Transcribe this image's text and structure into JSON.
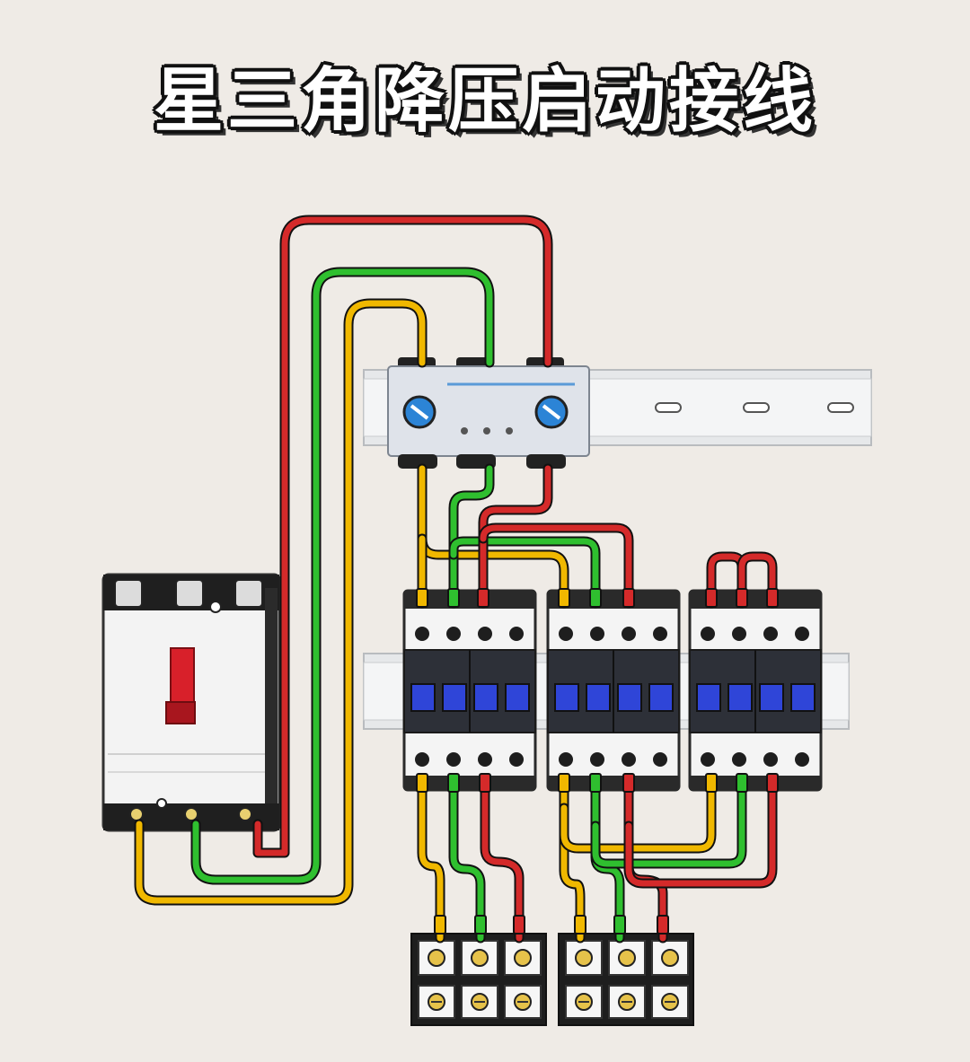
{
  "title": "星三角降压启动接线",
  "colors": {
    "background": "#efebe6",
    "wire_red": "#d42a2a",
    "wire_green": "#2fbf2f",
    "wire_yellow": "#f0b800",
    "rail": "#e4e6e8",
    "contactor_blue": "#2f45d8",
    "breaker_handle": "#d8202a"
  },
  "components": [
    {
      "id": "breaker",
      "kind": "circuit-breaker"
    },
    {
      "id": "timer-relay",
      "kind": "star-delta-timer-relay",
      "knobs": 2,
      "leds": 3
    },
    {
      "id": "contactor-1",
      "kind": "contactor"
    },
    {
      "id": "contactor-2",
      "kind": "contactor"
    },
    {
      "id": "contactor-3",
      "kind": "contactor"
    },
    {
      "id": "terminal-block-1",
      "kind": "terminal-block",
      "positions": 3
    },
    {
      "id": "terminal-block-2",
      "kind": "terminal-block",
      "positions": 3
    }
  ]
}
